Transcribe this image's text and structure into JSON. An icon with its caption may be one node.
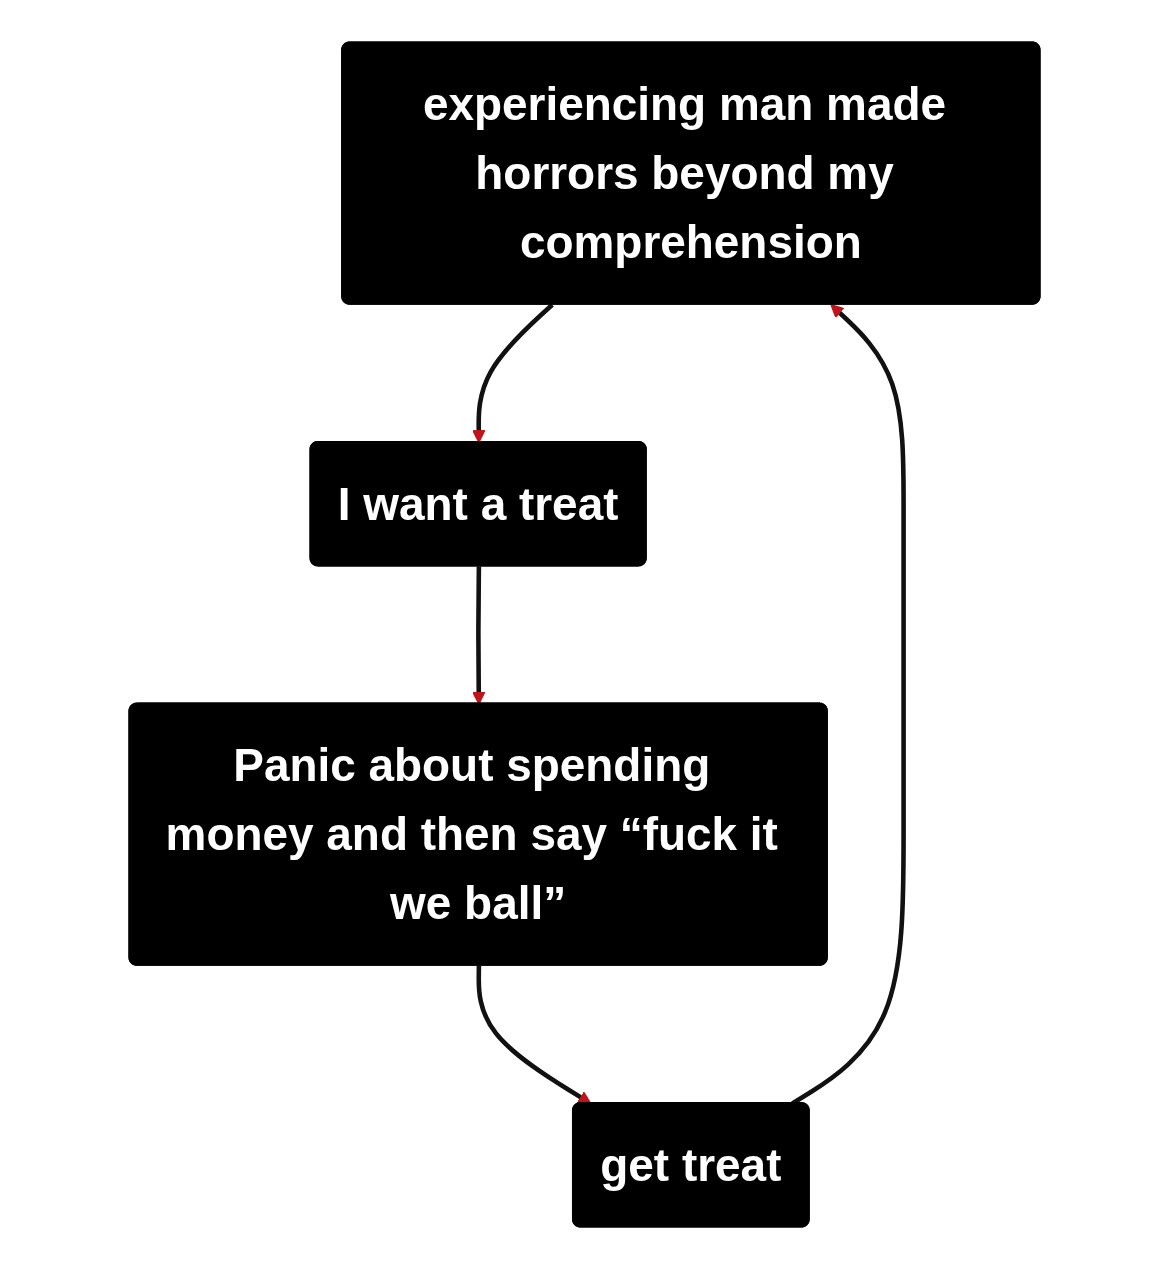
{
  "diagram": {
    "nodes": [
      {
        "text": [
          "experiencing man made horrors beyond my comprehension"
        ]
      },
      {
        "text": [
          "I want a treat"
        ]
      },
      {
        "text": [
          "Panic about spending money and then say “fuck it we ball”"
        ]
      },
      {
        "text": [
          "get treat"
        ]
      }
    ],
    "edges": [
      {
        "from": 0,
        "to": 1,
        "arrow": "to"
      },
      {
        "from": 1,
        "to": 2,
        "arrow": "to"
      },
      {
        "from": 2,
        "to": 3,
        "arrow": "to"
      },
      {
        "from": 3,
        "to": 0,
        "arrow": "to"
      }
    ]
  }
}
